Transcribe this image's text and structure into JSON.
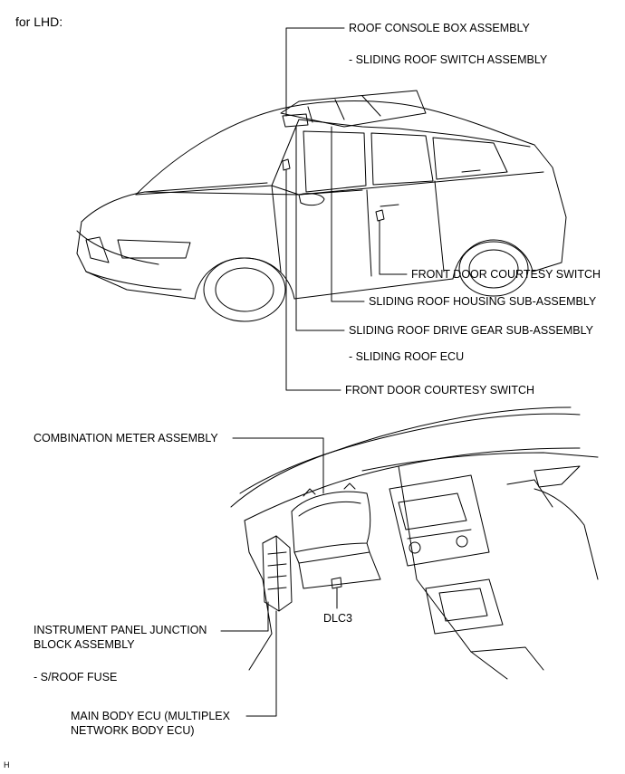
{
  "header": {
    "variant": "for LHD:"
  },
  "car_labels": {
    "roof_console": "ROOF CONSOLE BOX ASSEMBLY",
    "sliding_roof_switch": "- SLIDING ROOF SWITCH ASSEMBLY",
    "front_door_courtesy_right": "FRONT DOOR COURTESY SWITCH",
    "sliding_roof_housing": "SLIDING ROOF HOUSING SUB-ASSEMBLY",
    "sliding_roof_drive_gear": "SLIDING ROOF DRIVE GEAR SUB-ASSEMBLY",
    "sliding_roof_ecu": "- SLIDING ROOF ECU",
    "front_door_courtesy_left": "FRONT DOOR COURTESY SWITCH"
  },
  "dash_labels": {
    "combination_meter": "COMBINATION METER ASSEMBLY",
    "instrument_panel_jb_line1": "INSTRUMENT PANEL JUNCTION",
    "instrument_panel_jb_line2": "BLOCK ASSEMBLY",
    "sroof_fuse": "- S/ROOF FUSE",
    "dlc3": "DLC3",
    "main_body_ecu_line1": "MAIN BODY ECU (MULTIPLEX",
    "main_body_ecu_line2": "NETWORK BODY ECU)"
  },
  "footer": {
    "code": "H"
  }
}
